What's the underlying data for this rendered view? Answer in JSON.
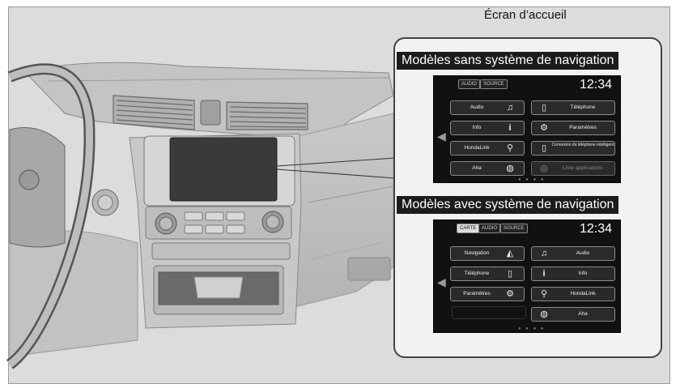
{
  "page_title": "Écran d’accueil",
  "panels": [
    {
      "heading": "Modèles sans système de navigation",
      "tabs": [
        {
          "label": "AUDIO",
          "active": false
        },
        {
          "label": "SOURCE",
          "active": false
        }
      ],
      "time": "12:34",
      "left_tiles": [
        {
          "label": "Audio",
          "icon": "music-note-icon",
          "glyph": "♫"
        },
        {
          "label": "Info",
          "icon": "info-icon",
          "glyph": "i"
        },
        {
          "label": "HondaLink",
          "icon": "hondalink-icon",
          "glyph": "⚲"
        },
        {
          "label": "Aha",
          "icon": "aha-icon",
          "glyph": "◍"
        }
      ],
      "right_tiles": [
        {
          "label": "Téléphone",
          "icon": "phone-icon",
          "glyph": "▯"
        },
        {
          "label": "Paramètres",
          "icon": "gear-icon",
          "glyph": "⚙"
        },
        {
          "label": "Connexion du téléphone intelligent",
          "icon": "smartphone-icon",
          "glyph": "▯"
        },
        {
          "label": "Liste applications",
          "icon": "apps-icon",
          "glyph": "◎"
        }
      ]
    },
    {
      "heading": "Modèles avec système de navigation",
      "tabs": [
        {
          "label": "CARTE",
          "active": true
        },
        {
          "label": "AUDIO",
          "active": false
        },
        {
          "label": "SOURCE",
          "active": false
        }
      ],
      "time": "12:34",
      "left_tiles": [
        {
          "label": "Navigation",
          "icon": "navigation-icon",
          "glyph": "◭"
        },
        {
          "label": "Téléphone",
          "icon": "phone-icon",
          "glyph": "▯"
        },
        {
          "label": "Paramètres",
          "icon": "gear-icon",
          "glyph": "⚙"
        }
      ],
      "right_tiles": [
        {
          "label": "Audio",
          "icon": "music-note-icon",
          "glyph": "♫"
        },
        {
          "label": "Info",
          "icon": "info-icon",
          "glyph": "i"
        },
        {
          "label": "HondaLink",
          "icon": "hondalink-icon",
          "glyph": "⚲"
        },
        {
          "label": "Aha",
          "icon": "aha-icon",
          "glyph": "◍"
        }
      ]
    }
  ],
  "colors": {
    "background": "#dcdcdc",
    "heading_bg": "#1c1c1c",
    "screen_bg": "#111111"
  }
}
